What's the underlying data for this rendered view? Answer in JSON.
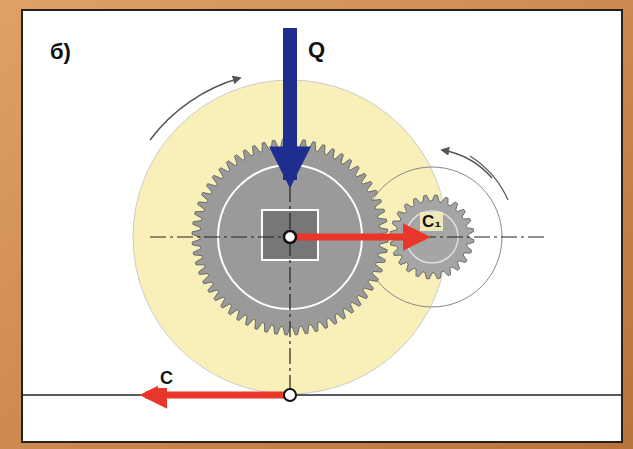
{
  "diagram": {
    "labels": [
      "б)",
      "Q",
      "C₁",
      "C"
    ]
  }
}
